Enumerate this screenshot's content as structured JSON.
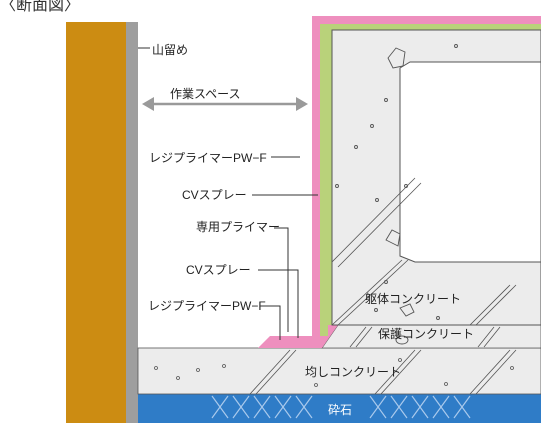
{
  "diagram": {
    "title": "〈断面図〉",
    "labels": {
      "yamadome": "山留め",
      "workspace": "作業スペース",
      "pw_upper": "レジプライマーPW−F",
      "cv_upper": "CVスプレー",
      "primer": "専用プライマー",
      "cv_lower": "CVスプレー",
      "pw_lower": "レジプライマーPW−F",
      "kutai": "躯体コンクリート",
      "hogo": "保護コンクリート",
      "narashi": "均しコンクリート",
      "saiseki": "砕石"
    },
    "colors": {
      "retaining_wall": "#cc8c12",
      "sheet_pile": "#9e9e9e",
      "pink_layer": "#ee8fbe",
      "green_layer": "#b9d27a",
      "concrete": "#ececec",
      "gravel": "#2f7cc7",
      "line": "#333333"
    }
  }
}
